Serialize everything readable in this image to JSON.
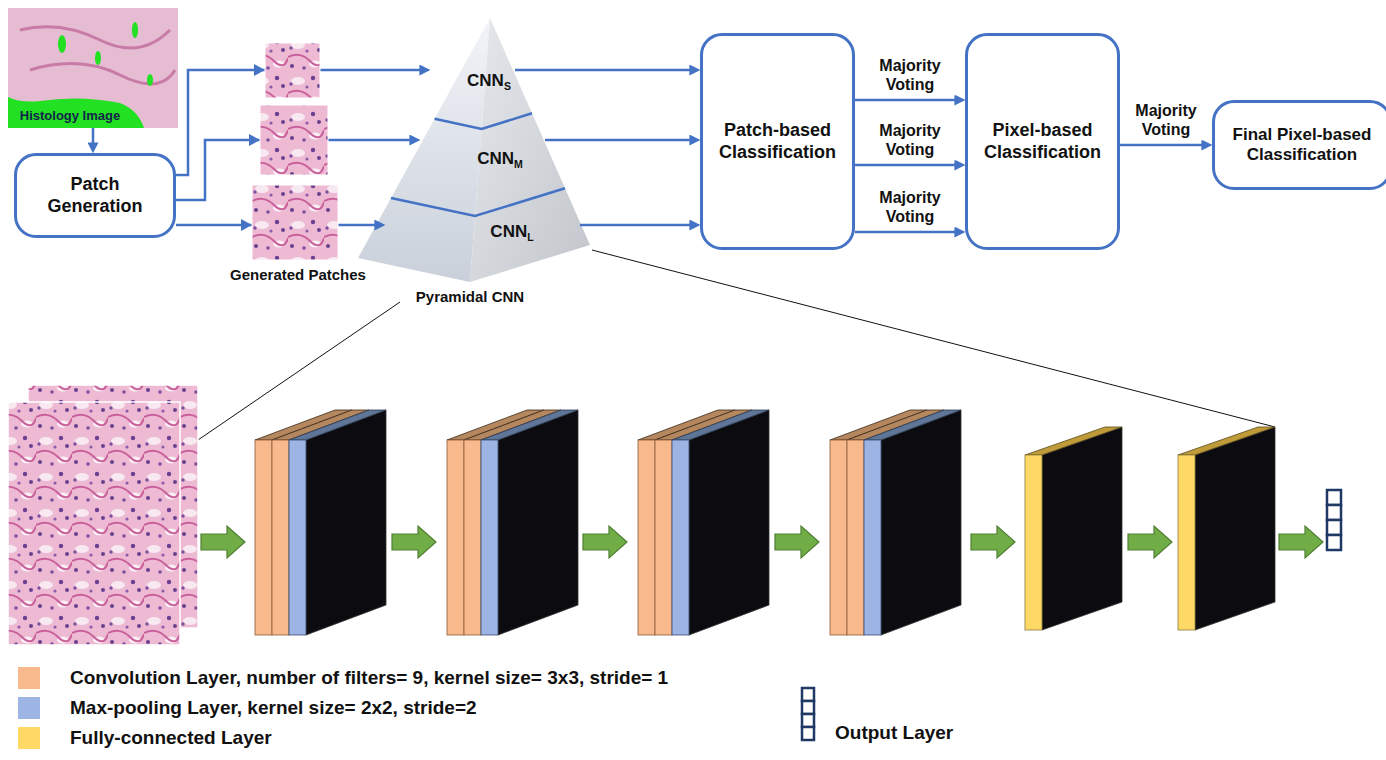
{
  "diagram": {
    "nodes": [
      {
        "text": [
          "Histology Image"
        ]
      },
      {
        "text": [
          "Patch Generation"
        ]
      },
      {
        "text": [
          "Pyramidal CNN"
        ]
      },
      {
        "text": [
          "CNN",
          "S"
        ],
        "in": 2
      },
      {
        "text": [
          "CNN",
          "M"
        ],
        "in": 2
      },
      {
        "text": [
          "CNN",
          "L"
        ],
        "in": 2
      },
      {
        "text": [
          "Patch-based Classification"
        ]
      },
      {
        "text": [
          "Pixel-based Classification"
        ]
      },
      {
        "text": [
          "Final Pixel-based Classification"
        ]
      }
    ],
    "edges": [
      {
        "from": 0,
        "to": 1,
        "arrow": "to"
      },
      {
        "from": 1,
        "to": 3,
        "arrow": "to"
      },
      {
        "from": 1,
        "to": 4,
        "arrow": "to"
      },
      {
        "from": 1,
        "to": 5,
        "arrow": "to"
      },
      {
        "from": 3,
        "to": 6,
        "arrow": "to"
      },
      {
        "from": 4,
        "to": 6,
        "arrow": "to"
      },
      {
        "from": 5,
        "to": 6,
        "arrow": "to"
      },
      {
        "from": 6,
        "to": 7,
        "label": "Majority Voting",
        "arrow": "to"
      },
      {
        "from": 6,
        "to": 7,
        "label": "Majority Voting",
        "arrow": "to"
      },
      {
        "from": 6,
        "to": 7,
        "label": "Majority Voting",
        "arrow": "to"
      },
      {
        "from": 7,
        "to": 8,
        "label": "Majority Voting",
        "arrow": "to"
      }
    ],
    "labels": [
      "Generated Patches"
    ],
    "legend": [
      {
        "text": "Convolution Layer, number of filters= 9, kernel size= 3x3, stride= 1",
        "color": "#F8B98D"
      },
      {
        "text": "Max-pooling Layer, kernel size= 2x2, stride=2",
        "color": "#9DB5E4"
      },
      {
        "text": "Fully-connected Layer",
        "color": "#FFD966"
      },
      {
        "text": "Output Layer"
      }
    ]
  }
}
